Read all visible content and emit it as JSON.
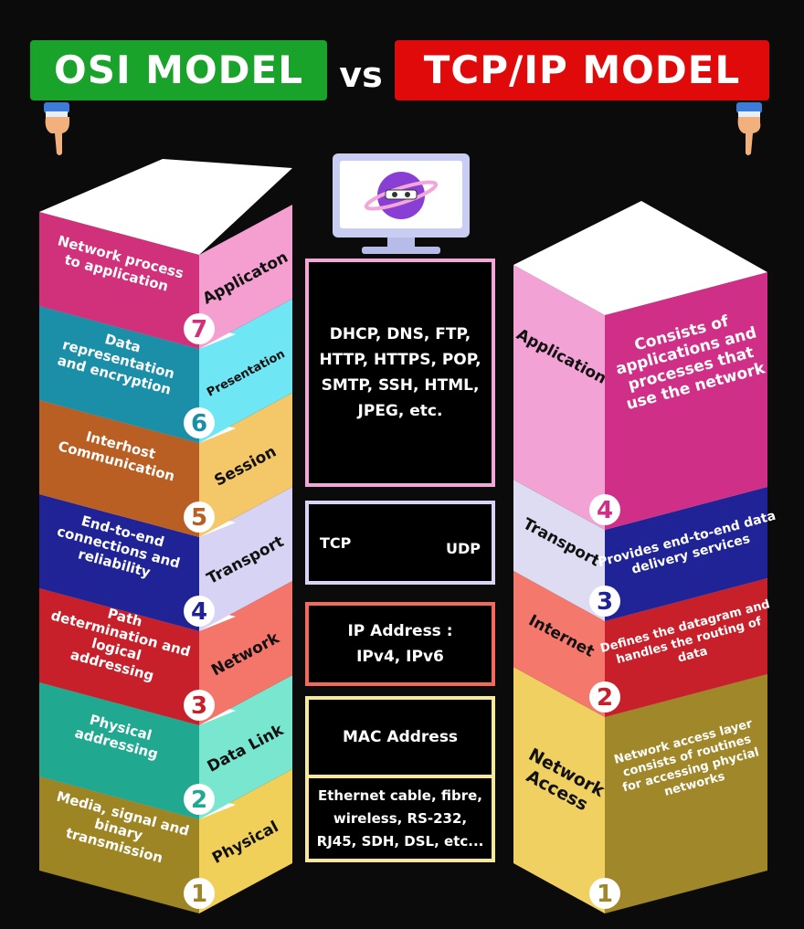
{
  "header": {
    "osi_title": "OSI MODEL",
    "vs": "vs",
    "tcp_title": "TCP/IP MODEL"
  },
  "osi_layers": [
    {
      "number": "7",
      "name": "Applicaton",
      "description": "Network process to application",
      "color": "#d1307a",
      "light": "#f59ed0"
    },
    {
      "number": "6",
      "name": "Presentation",
      "description": "Data representation and encryption",
      "color": "#1b8fa8",
      "light": "#6fe6f4"
    },
    {
      "number": "5",
      "name": "Session",
      "description": "Interhost Communication",
      "color": "#b95f24",
      "light": "#f4c768"
    },
    {
      "number": "4",
      "name": "Transport",
      "description": "End-to-end connections and reliability",
      "color": "#1f2396",
      "light": "#d7d3f4"
    },
    {
      "number": "3",
      "name": "Network",
      "description": "Path determination and logical addressing",
      "color": "#c8202a",
      "light": "#f4756a"
    },
    {
      "number": "2",
      "name": "Data Link",
      "description": "Physical addressing",
      "color": "#20a890",
      "light": "#79e6cf"
    },
    {
      "number": "1",
      "name": "Physical",
      "description": "Media, signal and binary transmission",
      "color": "#9e8524",
      "light": "#f1d05a"
    }
  ],
  "tcp_layers": [
    {
      "number": "4",
      "name": "Application",
      "description": "Consists of applications and processes that use the network",
      "color": "#cf2f86",
      "light": "#f2a2d4"
    },
    {
      "number": "3",
      "name": "Transport",
      "description": "Provides end-to-end data delivery services",
      "color": "#1f2396",
      "light": "#dedcf2"
    },
    {
      "number": "2",
      "name": "Internet",
      "description": "Defines the datagram and handles the routing of data",
      "color": "#c8202a",
      "light": "#f4786c"
    },
    {
      "number": "1",
      "name": "Network Access",
      "description": "Network access layer consists of routines for accessing phycial networks",
      "color": "#a0882a",
      "light": "#f1d062"
    }
  ],
  "protocols": {
    "application": "DHCP, DNS, FTP, HTTP, HTTPS, POP, SMTP, SSH, HTML, JPEG, etc.",
    "transport_left": "TCP",
    "transport_right": "UDP",
    "network": "IP Address : IPv4, IPv6",
    "datalink": "MAC Address",
    "physical": "Ethernet cable, fibre, wireless, RS-232, RJ45, SDH, DSL, etc..."
  },
  "colors": {
    "osi_green": "#1aa32a",
    "tcp_red": "#e00a0a",
    "app_border": "#f3a6d8",
    "transport_border": "#d9d4f3",
    "network_border": "#f26a5d",
    "datalink_border": "#f6eaa2",
    "physical_border": "#f6e8a0"
  }
}
